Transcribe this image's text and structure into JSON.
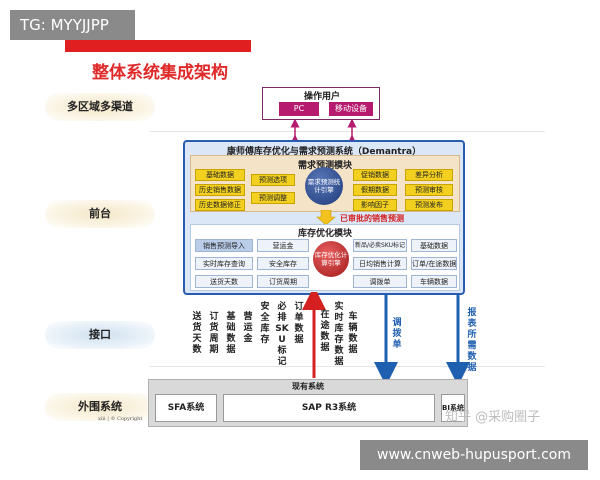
{
  "tag": "TG: MYYJJPP",
  "title": "整体系统集成架构",
  "layers": {
    "channels": "多区域多渠道",
    "front": "前台",
    "interface": "接口",
    "external": "外围系统"
  },
  "operator": {
    "title": "操作用户",
    "pc": "PC",
    "mobile": "移动设备"
  },
  "system_title": "康师傅库存优化与需求预测系统（Demantra）",
  "demand": {
    "title": "需求预测模块",
    "left": [
      "基础数据",
      "历史销售数据",
      "历史数据修正"
    ],
    "mid1": [
      "预测选项",
      "预测调整"
    ],
    "core": "需求预测统计引擎",
    "mid2": [
      "促销数据",
      "假期数据",
      "影响因子"
    ],
    "right": [
      "差异分析",
      "预测审核",
      "预测发布"
    ]
  },
  "approved_label": "已审批的销售预测",
  "inventory": {
    "title": "库存优化模块",
    "left": [
      "销售预测导入",
      "实时库存查询",
      "送货天数"
    ],
    "mid1": [
      "营运金",
      "安全库存",
      "订货周期"
    ],
    "core": "库存优化计算引擎",
    "mid2": [
      "新品/必卖SKU标记",
      "日均销售计算",
      "调拨单"
    ],
    "right": [
      "基础数据",
      "订单/在途数据",
      "车辆数据"
    ]
  },
  "flows": {
    "down_black": [
      "送货天数",
      "订货周期",
      "基础数据",
      "营运金",
      "安全库存",
      "必排SKU标记",
      "订单数据"
    ],
    "up_red": [
      "在途数据",
      "实时库存数据",
      "车辆数据"
    ],
    "down_blue_1": "调拨单",
    "down_blue_2": "报表所需数据"
  },
  "existing": {
    "title": "现有系统",
    "sfa": "SFA系统",
    "sap": "SAP R3系统",
    "bi": "BI系统"
  },
  "copyright": "xiii  |  © Copyright",
  "watermark": "知乎 @采购圈子",
  "site": "www.cnweb-hupusport.com",
  "colors": {
    "accent_red": "#e02020",
    "module_blue": "#2a5db0",
    "mobile_magenta": "#b51a6e",
    "yellow_box": "#f3d01f"
  }
}
